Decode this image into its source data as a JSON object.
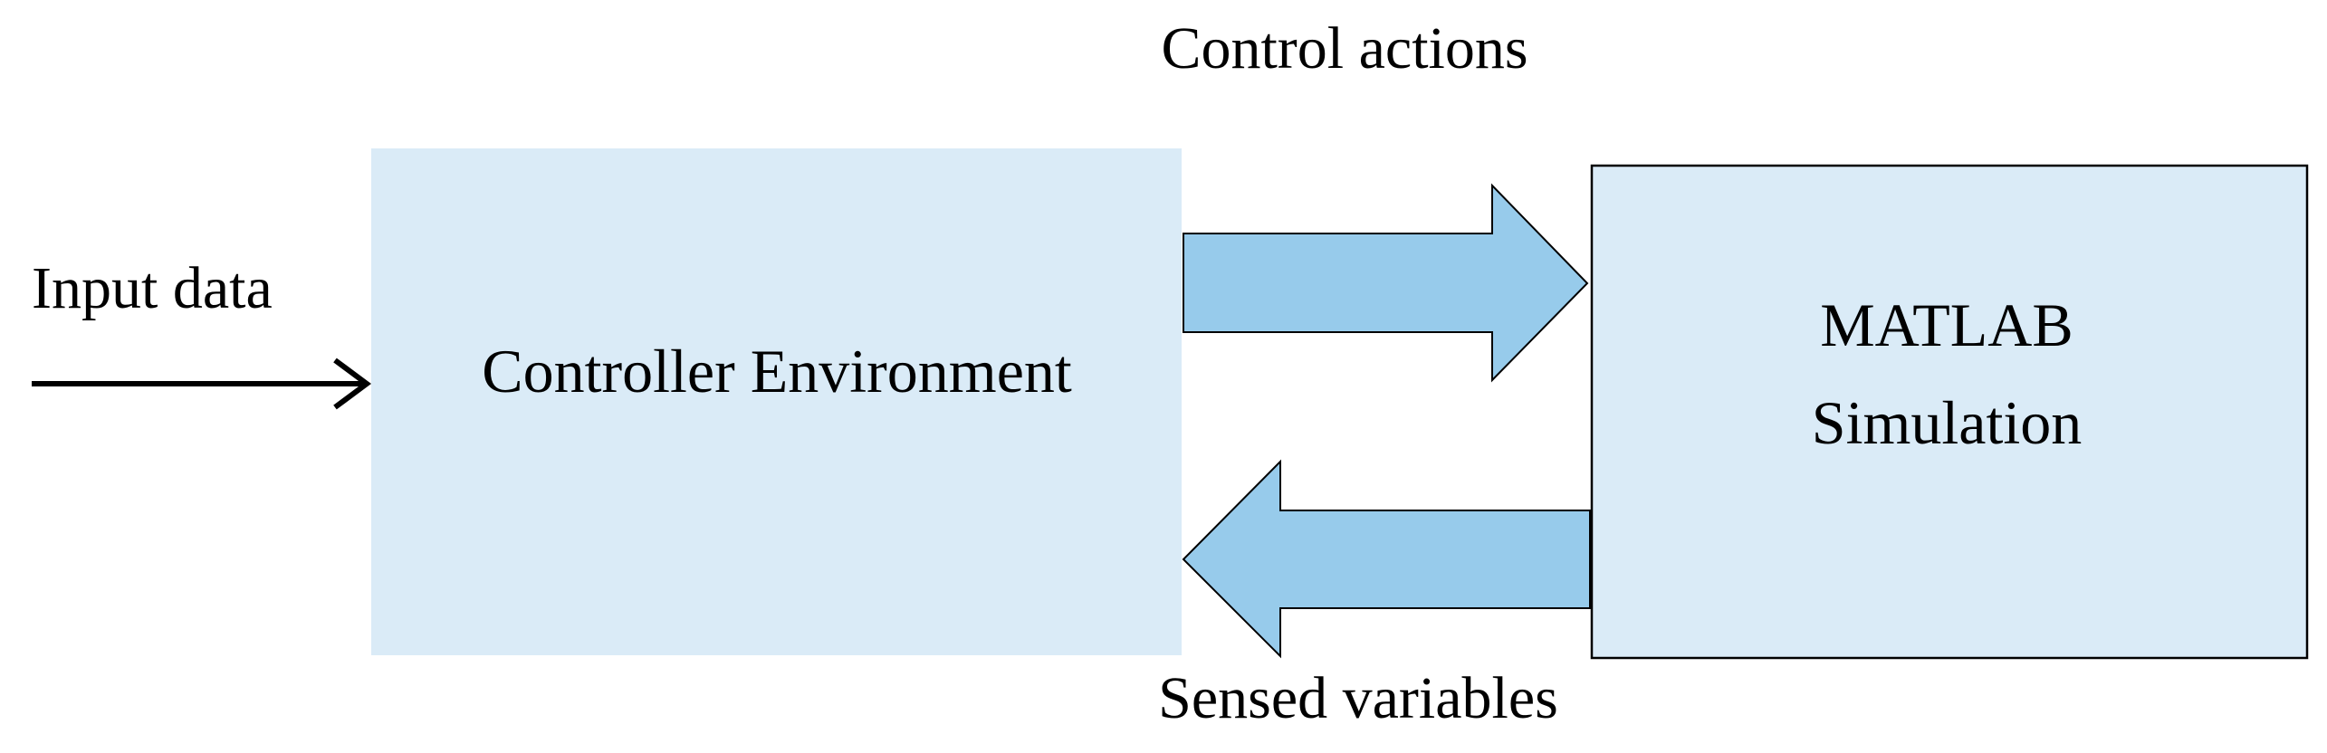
{
  "labels": {
    "input": "Input data",
    "controller": "Controller Environment",
    "simulation_line1": "MATLAB",
    "simulation_line2": "Simulation",
    "control_actions": "Control actions",
    "sensed_variables": "Sensed variables"
  },
  "colors": {
    "controller_fill": "#daebf7",
    "simulation_fill": "#daebf7",
    "arrow_fill": "#97cbeb",
    "stroke": "#000000"
  }
}
